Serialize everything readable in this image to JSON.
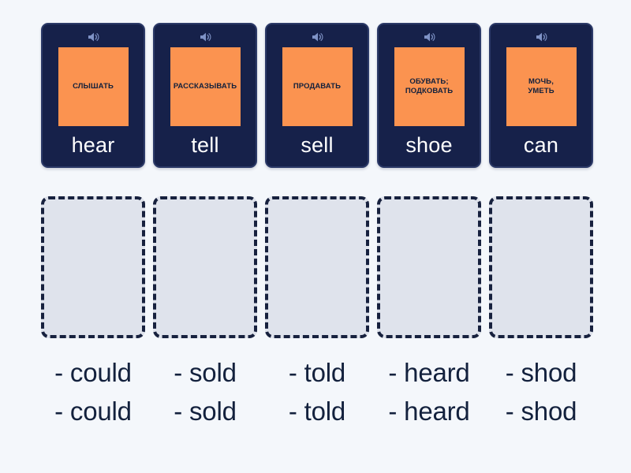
{
  "background_color": "#f4f7fb",
  "colors": {
    "card_background": "#16214a",
    "card_border": "#2c3a68",
    "image_tile": "#fb9350",
    "drop_zone_fill": "#dfe3ec",
    "drop_zone_border": "#17213e",
    "card_word_text": "#ffffff",
    "tile_text": "#12203c",
    "answer_text": "#13213d",
    "speaker_icon": "#7f93c6"
  },
  "activity": {
    "type": "match-up",
    "columns": 5
  },
  "cards": [
    {
      "speaker_icon": "speaker-icon",
      "translation": "СЛЫШАТЬ",
      "word": "hear"
    },
    {
      "speaker_icon": "speaker-icon",
      "translation": "РАССКАЗЫВАТЬ",
      "word": "tell"
    },
    {
      "speaker_icon": "speaker-icon",
      "translation": "ПРОДАВАТЬ",
      "word": "sell"
    },
    {
      "speaker_icon": "speaker-icon",
      "translation": "ОБУВАТЬ;\nПОДКОВАТЬ",
      "word": "shoe"
    },
    {
      "speaker_icon": "speaker-icon",
      "translation": "МОЧЬ,\nУМЕТЬ",
      "word": "can"
    }
  ],
  "drop_zones": [
    {
      "label": "drop-zone-1",
      "content": ""
    },
    {
      "label": "drop-zone-2",
      "content": ""
    },
    {
      "label": "drop-zone-3",
      "content": ""
    },
    {
      "label": "drop-zone-4",
      "content": ""
    },
    {
      "label": "drop-zone-5",
      "content": ""
    }
  ],
  "answers": [
    {
      "line1": "- could",
      "line2": "- could"
    },
    {
      "line1": "- sold",
      "line2": "- sold"
    },
    {
      "line1": "- told",
      "line2": "- told"
    },
    {
      "line1": "- heard",
      "line2": "- heard"
    },
    {
      "line1": "- shod",
      "line2": "- shod"
    }
  ]
}
